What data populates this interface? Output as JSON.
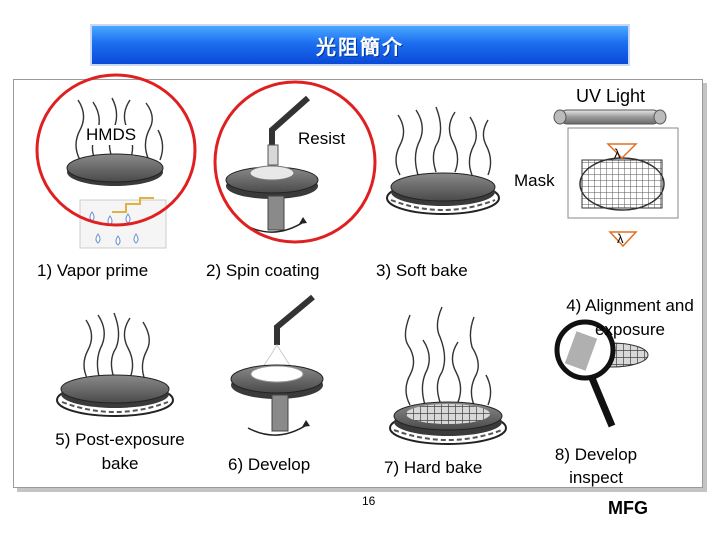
{
  "title": "光阻簡介",
  "labels": {
    "hmds": "HMDS",
    "resist": "Resist",
    "uv_light": "UV Light",
    "mask": "Mask",
    "lambda": "λ"
  },
  "steps": [
    {
      "label": "1) Vapor prime"
    },
    {
      "label": "2) Spin coating"
    },
    {
      "label": "3) Soft bake"
    },
    {
      "label": "4) Alignment and exposure"
    },
    {
      "label": "5) Post-exposure bake"
    },
    {
      "label": "6) Develop"
    },
    {
      "label": "7) Hard bake"
    },
    {
      "label": "8) Develop inspect"
    }
  ],
  "footer": {
    "page": "16",
    "org": "MFG"
  },
  "colors": {
    "highlight_circle": "#e02020",
    "banner": "#1c6ff0",
    "wafer": "#5a5a5a"
  }
}
